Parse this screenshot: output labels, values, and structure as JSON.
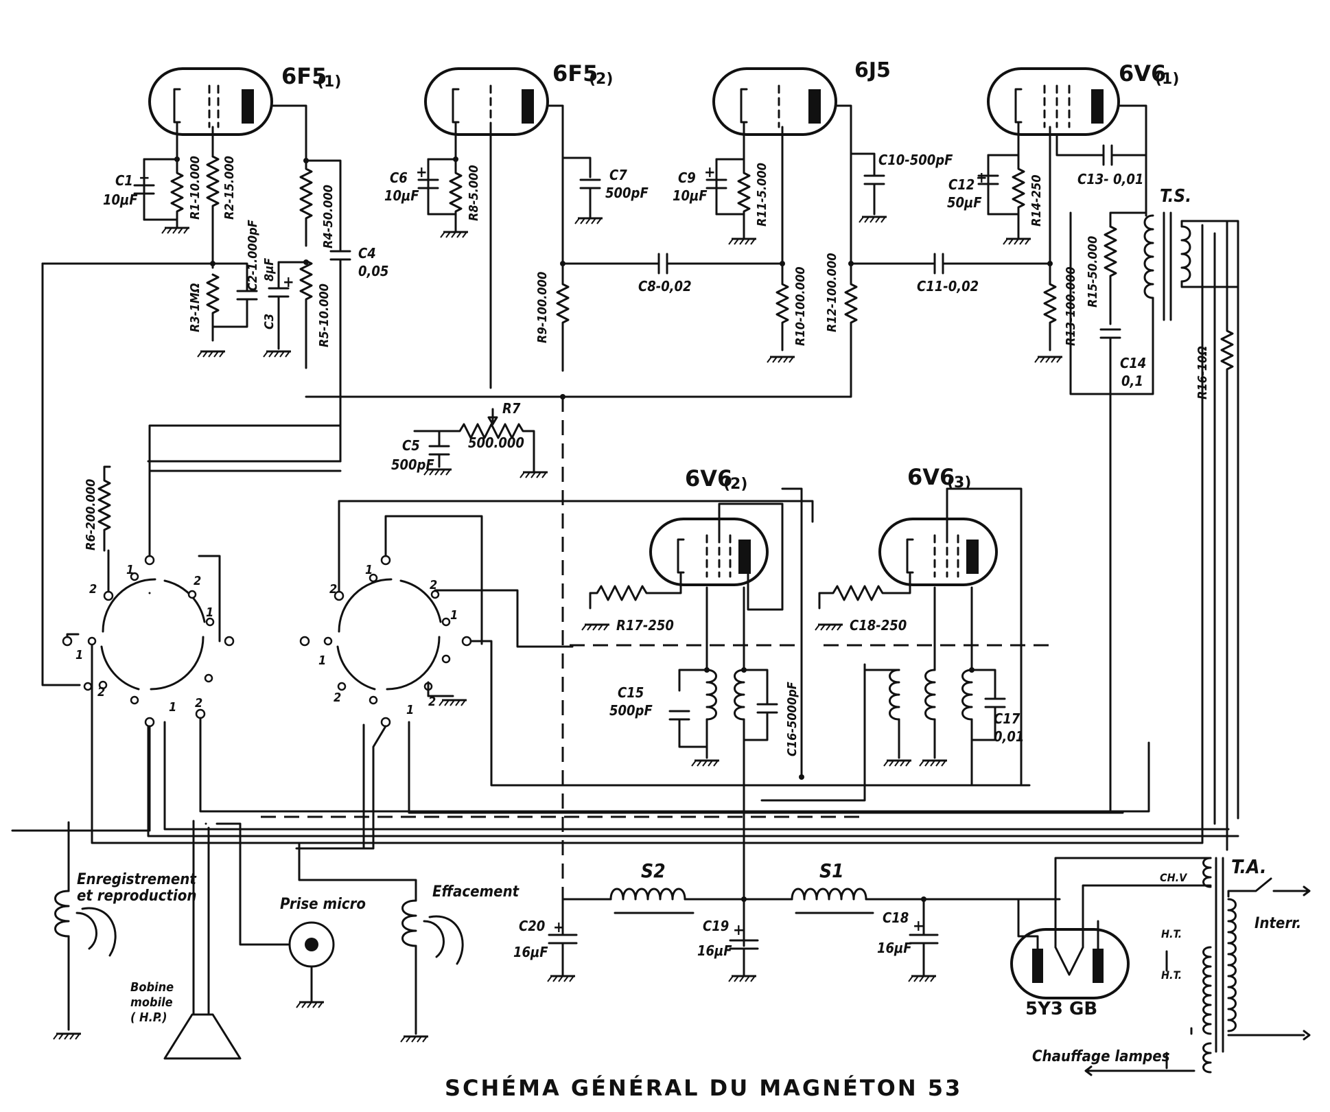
{
  "title": "SCHÉMA GÉNÉRAL DU MAGNÉTON 53",
  "tubes": {
    "v1": "6F5",
    "v1_index": "(1)",
    "v2": "6F5",
    "v2_index": "(2)",
    "v3": "6J5",
    "v4": "6V6",
    "v4_index": "(1)",
    "v5": "6V6",
    "v5_index": "(2)",
    "v6": "6V6",
    "v6_index": "(3)",
    "rect": "5Y3 GB"
  },
  "resistors": {
    "r1": "R1-10.000",
    "r2": "R2-15.000",
    "r3": "R3-1MΩ",
    "r4": "R4-50.000",
    "r5": "R5-10.000",
    "r6": "R6-200.000",
    "r7": "R7",
    "r7_val": "500.000",
    "r8": "R8-5.000",
    "r9": "R9-100.000",
    "r10": "R10-100.000",
    "r11": "R11-5.000",
    "r12": "R12-100.000",
    "r13": "R13-100.000",
    "r14": "R14-250",
    "r15": "R15-50.000",
    "r16": "R16-10Ω",
    "r17": "R17-250",
    "r18": "C18-250"
  },
  "capacitors": {
    "c1": "C1",
    "c1_val": "10μF",
    "c2": "C2-1.000pF",
    "c3": "C3",
    "c3_val": "8μF",
    "c4": "C4",
    "c4_val": "0,05",
    "c5": "C5",
    "c5_val": "500pF",
    "c6": "C6",
    "c6_val": "10μF",
    "c7": "C7",
    "c7_val": "500pF",
    "c8": "C8-0,02",
    "c9": "C9",
    "c9_val": "10μF",
    "c10": "C10-500pF",
    "c11": "C11-0,02",
    "c12": "C12",
    "c12_val": "50μF",
    "c13": "C13- 0,01",
    "c14": "C14",
    "c14_val": "0,1",
    "c15": "C15",
    "c15_val": "500pF",
    "c16": "C16-5000pF",
    "c17": "C17",
    "c17_val": "0,01",
    "c18": "C18",
    "c18_val": "16μF",
    "c19": "C19",
    "c19_val": "16μF",
    "c20": "C20",
    "c20_val": "16μF"
  },
  "misc": {
    "ts": "T.S.",
    "ta": "T.A.",
    "s1": "S1",
    "s2": "S2",
    "chv": "CH.V",
    "ht1": "H.T.",
    "ht2": "H.T.",
    "interr": "Interr.",
    "chauffage": "Chauffage lampes",
    "enreg1": "Enregistrement",
    "enreg2": "et reproduction",
    "effacement": "Effacement",
    "prise": "Prise micro",
    "bobine1": "Bobine",
    "bobine2": "mobile",
    "bobine3": "( H.P.)",
    "plus": "+",
    "one": "1",
    "two": "2"
  }
}
